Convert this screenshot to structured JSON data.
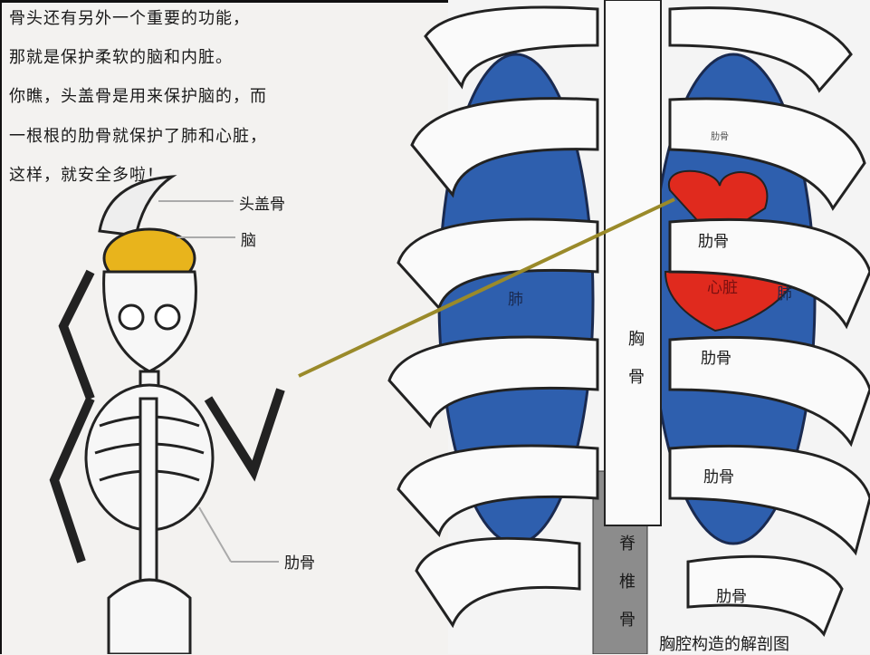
{
  "intro_text": [
    "骨头还有另外一个重要的功能，",
    "那就是保护柔软的脑和内脏。",
    "你瞧，头盖骨是用来保护脑的，而",
    "一根根的肋骨就保护了肺和心脏，",
    "这样，就安全多啦！"
  ],
  "skeleton_labels": {
    "skull": "头盖骨",
    "brain": "脑",
    "ribs": "肋骨"
  },
  "ribcage_labels": {
    "rib_top_small": "肋骨",
    "rib_1": "肋骨",
    "lung_left": "肺",
    "heart": "心脏",
    "lung_right": "肺",
    "sternum": [
      "胸",
      "骨"
    ],
    "rib_2": "肋骨",
    "rib_3": "肋骨",
    "spine": [
      "脊",
      "椎",
      "骨"
    ],
    "rib_4": "肋骨"
  },
  "caption": "胸腔构造的解剖图",
  "colors": {
    "lung": "#2e5fae",
    "heart": "#e02a1e",
    "brain": "#e8b41c",
    "pointer": "#9a8a2a"
  }
}
